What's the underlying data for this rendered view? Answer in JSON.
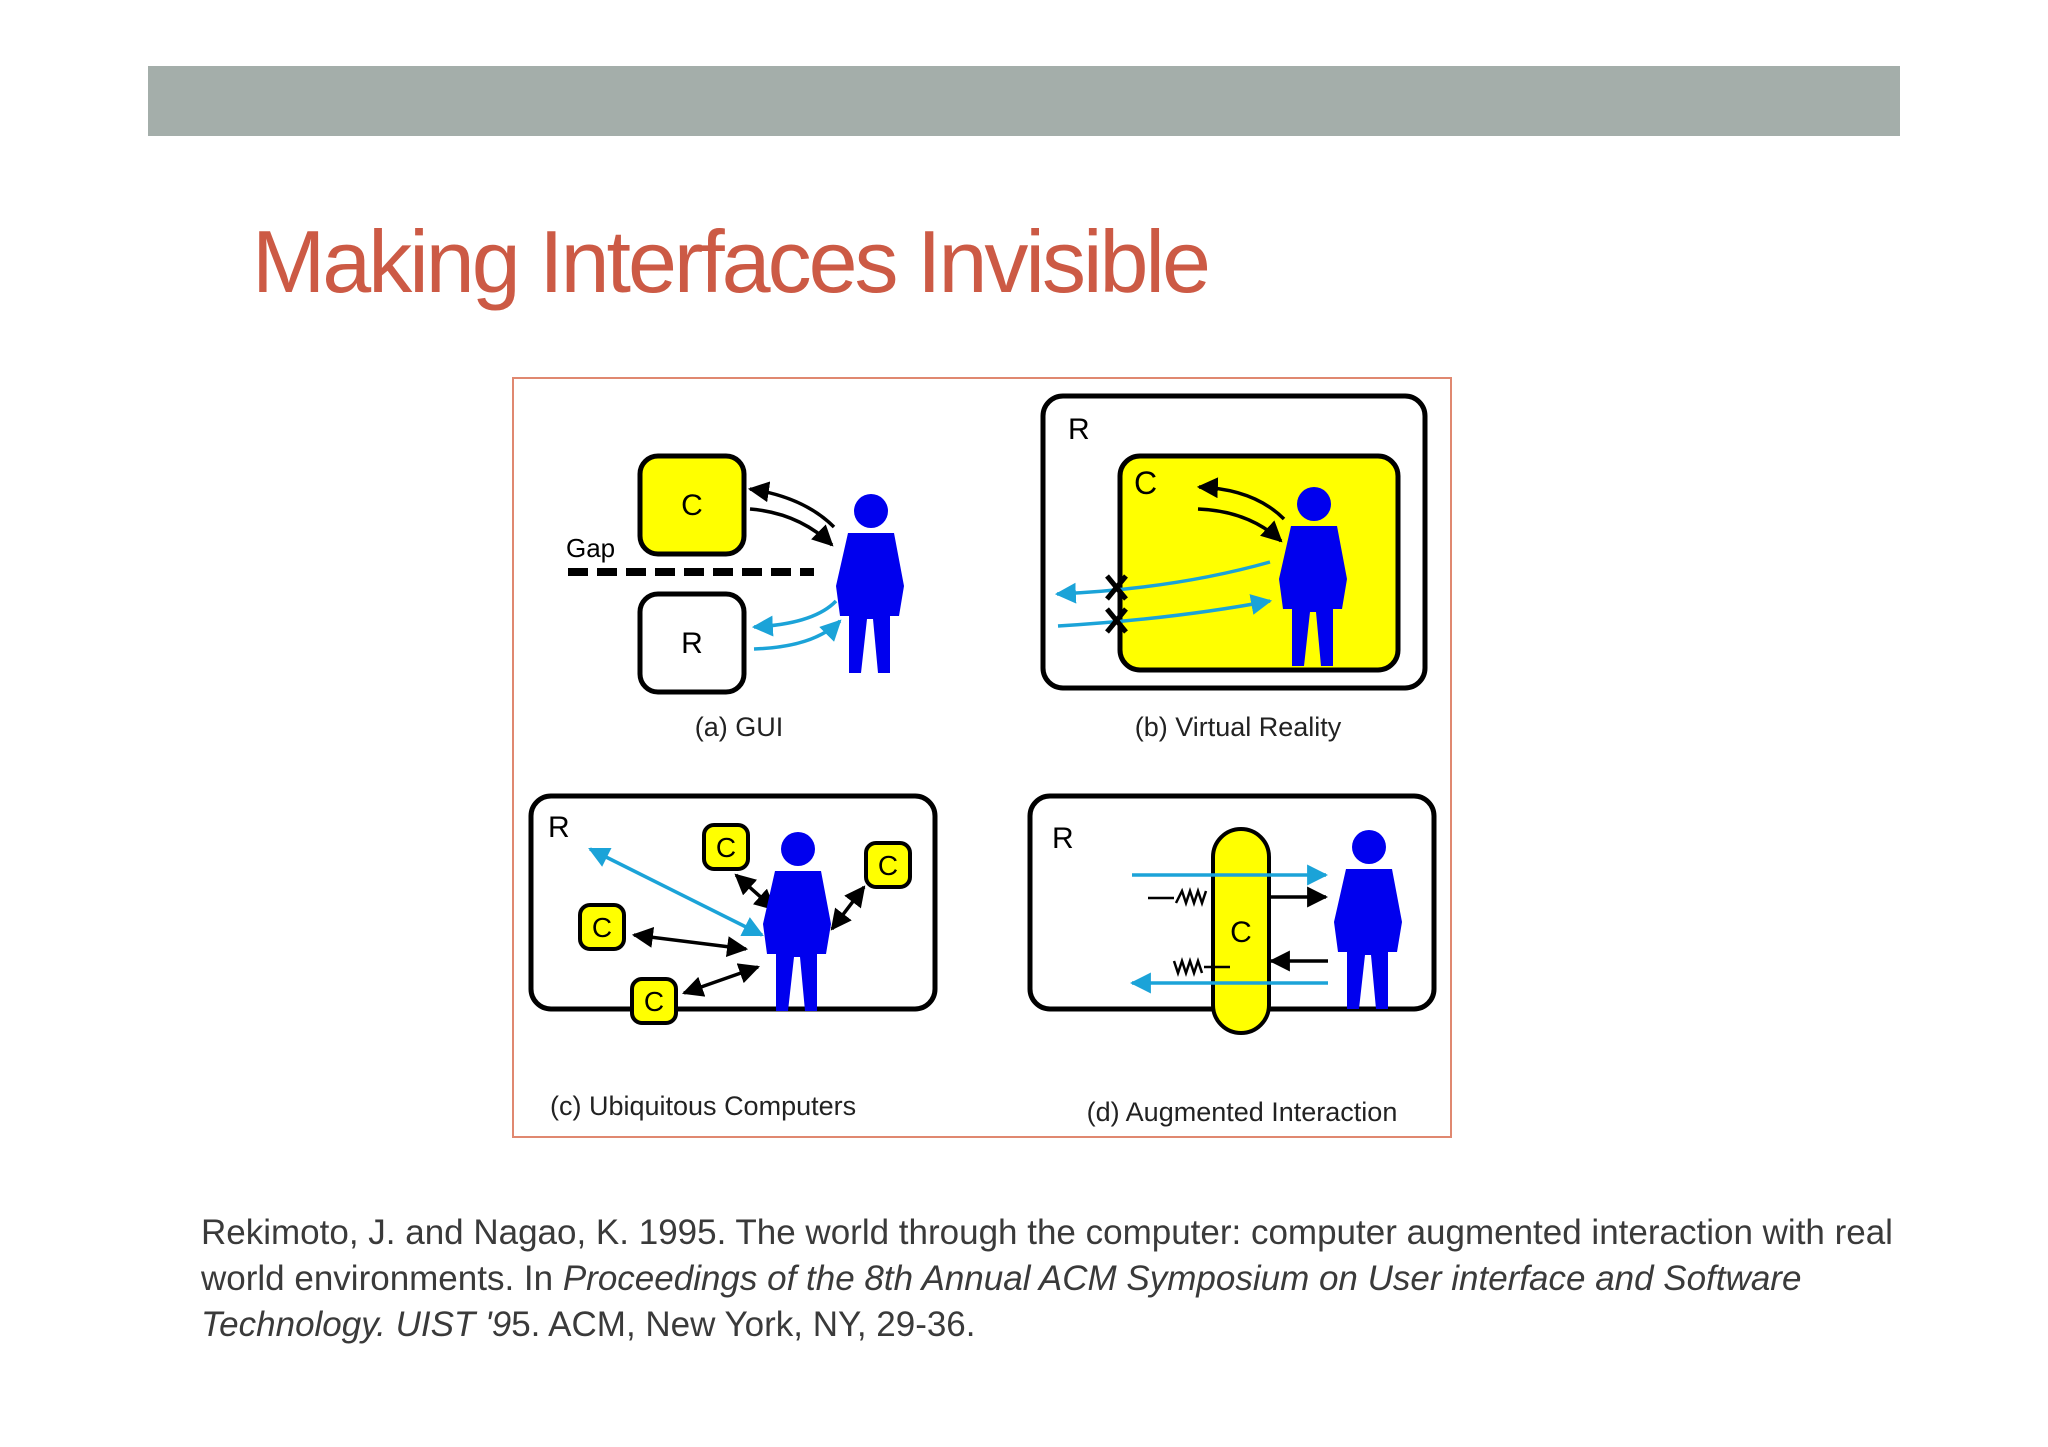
{
  "slide": {
    "title": "Making Interfaces Invisible"
  },
  "figure": {
    "panels": [
      {
        "caption": "(a) GUI",
        "gap_label": "Gap",
        "computer_label": "C",
        "reality_label": "R"
      },
      {
        "caption": "(b) Virtual Reality",
        "computer_label": "C",
        "reality_label": "R"
      },
      {
        "caption": "(c) Ubiquitous Computers",
        "computer_label": "C",
        "reality_label": "R"
      },
      {
        "caption": "(d) Augmented Interaction",
        "computer_label": "C",
        "reality_label": "R"
      }
    ],
    "colors": {
      "computer_fill": "#ffff00",
      "person": "#0000ee",
      "real_world_arrow": "#1ba3d8",
      "computer_arrow": "#000000",
      "frame_border": "#e08870"
    }
  },
  "citation": {
    "part1": "Rekimoto, J. and Nagao, K. 1995. The world through the computer: computer augmented interaction with real world environments. In ",
    "italic": "Proceedings of the 8th Annual ACM Symposium on User interface and Software Technology. UIST '9",
    "part2": "5. ACM, New York, NY, 29-36."
  }
}
